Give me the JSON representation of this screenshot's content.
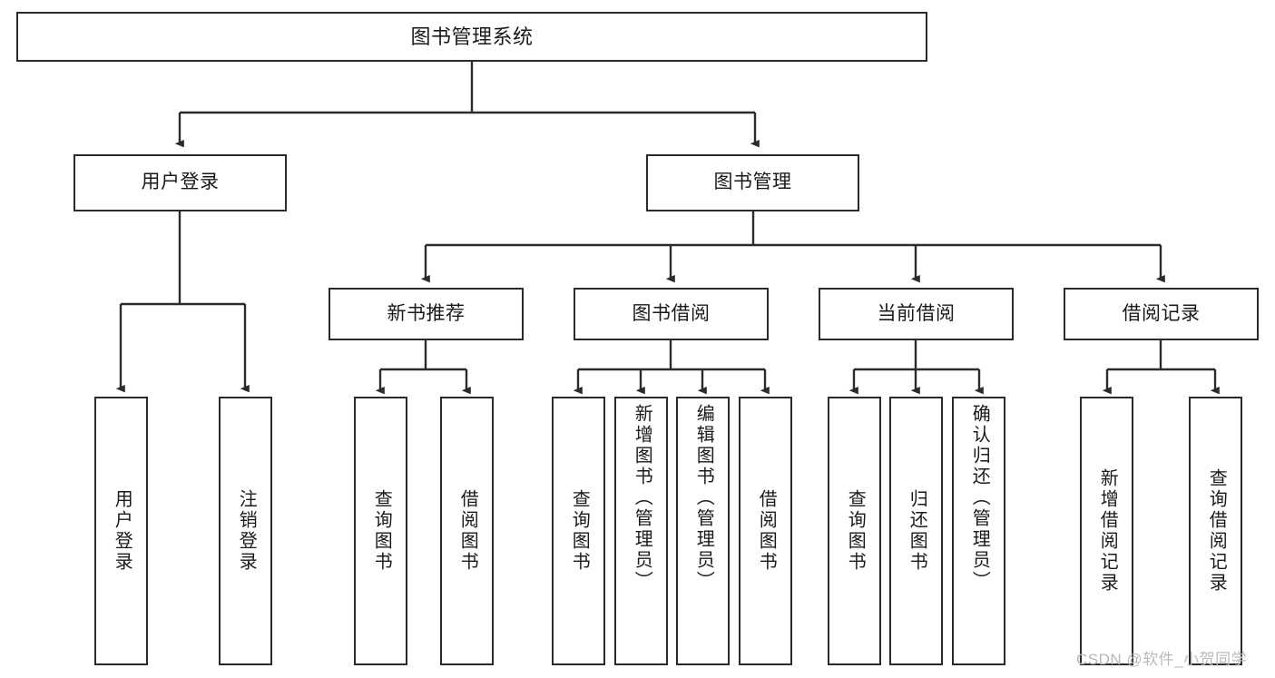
{
  "diagram": {
    "title": "图书管理系统",
    "type": "tree-hierarchy",
    "root": {
      "id": "root",
      "label": "图书管理系统",
      "orientation": "horizontal"
    },
    "level2": [
      {
        "id": "user-login",
        "label": "用户登录",
        "orientation": "horizontal"
      },
      {
        "id": "book-manage",
        "label": "图书管理",
        "orientation": "horizontal"
      }
    ],
    "level3": [
      {
        "id": "new-book-recommend",
        "label": "新书推荐",
        "orientation": "horizontal",
        "parent": "book-manage"
      },
      {
        "id": "book-borrow",
        "label": "图书借阅",
        "orientation": "horizontal",
        "parent": "book-manage"
      },
      {
        "id": "current-borrow",
        "label": "当前借阅",
        "orientation": "horizontal",
        "parent": "book-manage"
      },
      {
        "id": "borrow-record",
        "label": "借阅记录",
        "orientation": "horizontal",
        "parent": "book-manage"
      }
    ],
    "leaves": [
      {
        "id": "leaf-user-login",
        "label": "用户登录",
        "parent": "user-login"
      },
      {
        "id": "leaf-logout-login",
        "label": "注销登录",
        "parent": "user-login"
      },
      {
        "id": "leaf-query-book-1",
        "label": "查询图书",
        "parent": "new-book-recommend"
      },
      {
        "id": "leaf-borrow-book-1",
        "label": "借阅图书",
        "parent": "new-book-recommend"
      },
      {
        "id": "leaf-query-book-2",
        "label": "查询图书",
        "parent": "book-borrow"
      },
      {
        "id": "leaf-add-book",
        "label": "新增图书（管理员）",
        "parent": "book-borrow"
      },
      {
        "id": "leaf-edit-book",
        "label": "编辑图书（管理员）",
        "parent": "book-borrow"
      },
      {
        "id": "leaf-borrow-book-2",
        "label": "借阅图书",
        "parent": "book-borrow"
      },
      {
        "id": "leaf-query-book-3",
        "label": "查询图书",
        "parent": "current-borrow"
      },
      {
        "id": "leaf-return-book",
        "label": "归还图书",
        "parent": "current-borrow"
      },
      {
        "id": "leaf-confirm-return",
        "label": "确认归还（管理员）",
        "parent": "current-borrow"
      },
      {
        "id": "leaf-add-borrow-record",
        "label": "新增借阅记录",
        "parent": "borrow-record"
      },
      {
        "id": "leaf-query-borrow-record",
        "label": "查询借阅记录",
        "parent": "borrow-record"
      }
    ],
    "colors": {
      "stroke": "#2b2b2b",
      "fill": "#ffffff",
      "text": "#1a1a1a",
      "watermark": "#b9b9b9"
    }
  },
  "watermark": {
    "text": "CSDN @软件_小贺同学"
  }
}
